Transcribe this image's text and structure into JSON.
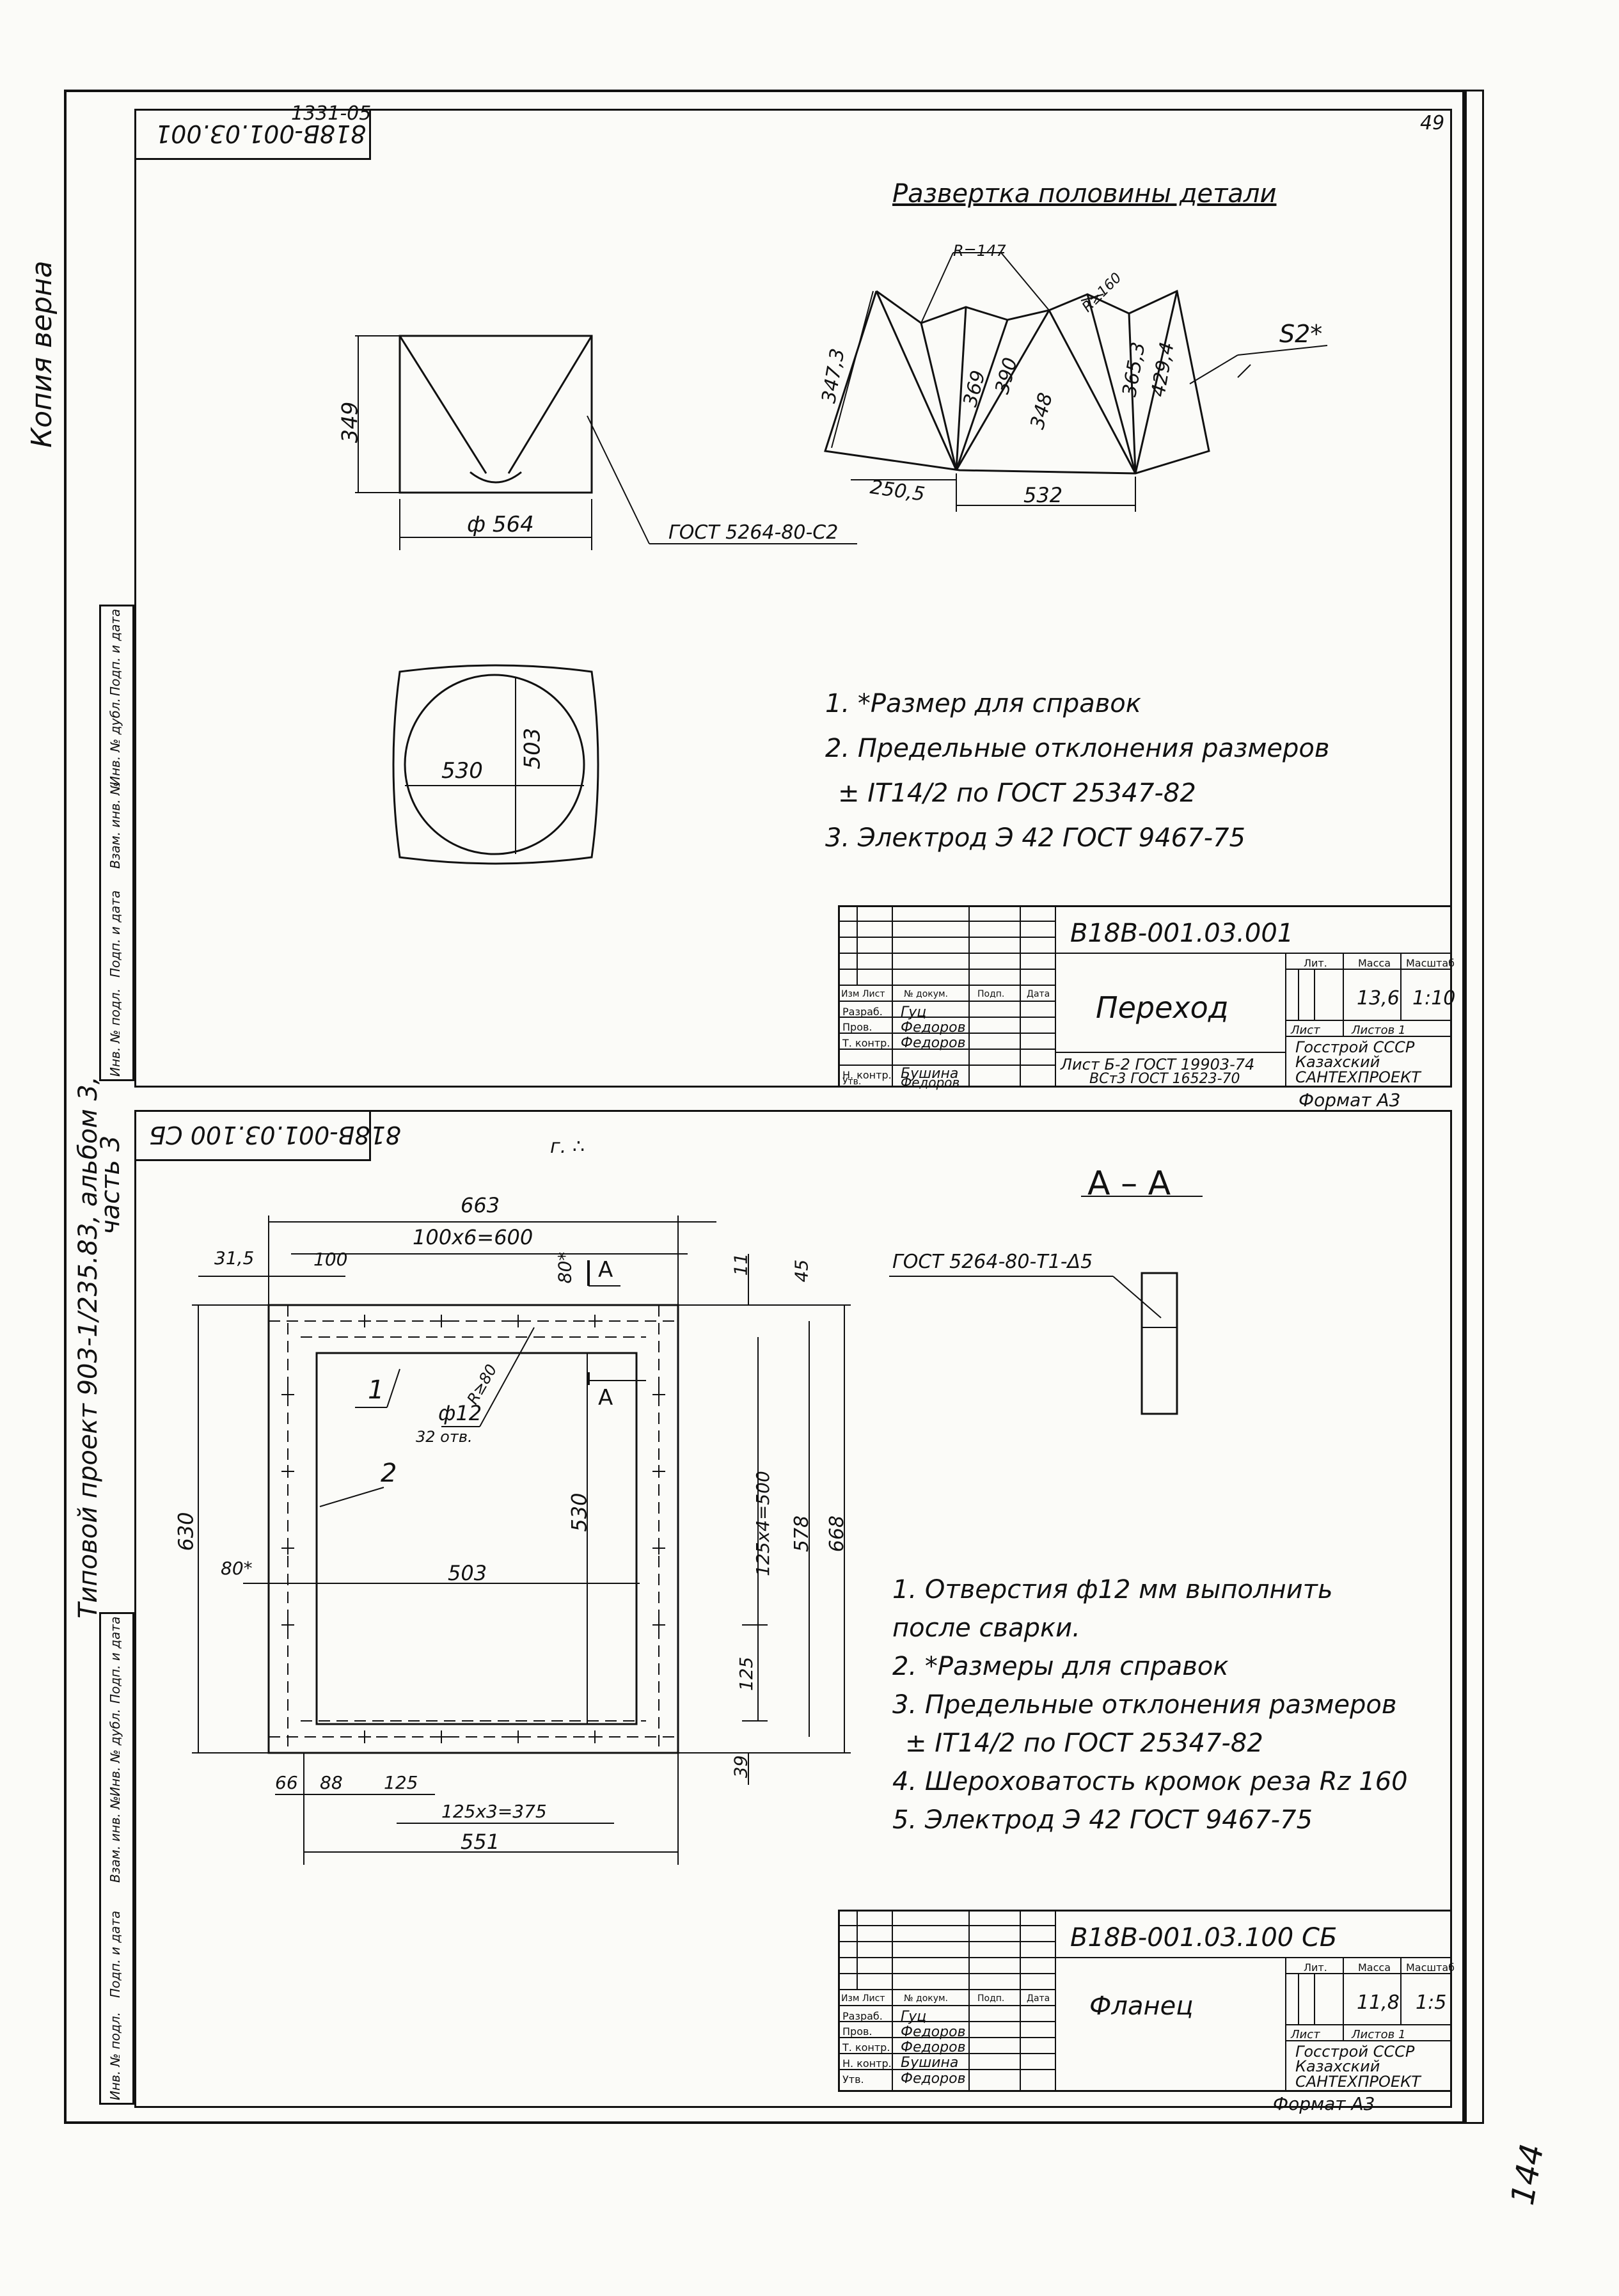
{
  "corner_numbers": {
    "top_left": "1331-05",
    "top_right": "49",
    "bottom_right": "144",
    "bottom_small": "г. ∴"
  },
  "vertical_margin": {
    "upper": "Копия верна",
    "lower_line1": "Типовой проект 903-1/235.83, альбом 3,",
    "lower_line2": "часть 3"
  },
  "stamp_cells": [
    "Подп. и дата",
    "Инв. № дубл.",
    "Взам. инв. №",
    "Подп. и дата",
    "Инв. № подл."
  ],
  "sheet1": {
    "code_mirrored": "818B-001.03.001",
    "development_title": "Развертка половины детали",
    "dims": {
      "height_349": "349",
      "diameter_564": "ф 564",
      "weld_ref": "ГОСТ 5264-80-С2",
      "side_530": "530",
      "side_503": "503",
      "r147": "R=147",
      "r160": "R≥160",
      "d3473": "347,3",
      "d369": "369",
      "d390": "390",
      "d348": "348",
      "d3653": "365,3",
      "d4294": "429,4",
      "d2505": "250,5",
      "d532": "532",
      "s2": "S2*"
    },
    "notes": [
      "1. *Размер для справок",
      "2. Предельные отклонения размеров",
      "± IT14/2 по ГОСТ 25347-82",
      "3. Электрод Э 42 ГОСТ 9467-75"
    ],
    "title_block": {
      "designation": "В18В-001.03.001",
      "name": "Переход",
      "material_line1": "Лист Б-2 ГОСТ 19903-74",
      "material_line2": "ВСт3 ГОСТ 16523-70",
      "mass": "13,6",
      "scale": "1:10",
      "sheet_label": "Лист",
      "sheets_label": "Листов 1",
      "org_line1": "Госстрой СССР",
      "org_line2": "Казахский",
      "org_line3": "САНТЕХПРОЕКТ",
      "format": "Формат А3",
      "headers": [
        "Изм",
        "Лист",
        "№ докум.",
        "Подп.",
        "Дата"
      ],
      "col_heads": [
        "Лит.",
        "Масса",
        "Масштаб"
      ],
      "roles": [
        "Разраб.",
        "Пров.",
        "Т. контр.",
        "",
        "Н. контр.",
        "Утв."
      ],
      "people": [
        "Гуц",
        "Федоров",
        "Федоров",
        "",
        "Бушина",
        "Федоров"
      ]
    }
  },
  "sheet2": {
    "code_mirrored": "818B-001.03.100 СБ",
    "section_title": "А – А",
    "weld_ref": "ГОСТ 5264-80-Т1-Δ5",
    "dims": {
      "d663": "663",
      "d100x6": "100х6=600",
      "d315": "31,5",
      "d100": "100",
      "d80a": "80*",
      "d11": "11",
      "d45": "45",
      "labelA1": "A",
      "labelA2": "A",
      "r80": "R≥80",
      "hole": "ф12",
      "holes_count": "32 отв.",
      "pos1": "1",
      "pos2": "2",
      "d630": "630",
      "d80b": "80*",
      "d503": "503",
      "d530": "530",
      "d125x4": "125х4=500",
      "d578": "578",
      "d668": "668",
      "d125": "125",
      "d39": "39",
      "d66": "66",
      "d88": "88",
      "d125b": "125",
      "d125x3": "125х3=375",
      "d551": "551"
    },
    "notes": [
      "1. Отверстия ф12 мм выполнить",
      "после сварки.",
      "2. *Размеры для справок",
      "3. Предельные отклонения размеров",
      "± IT14/2 по ГОСТ 25347-82",
      "4. Шероховатость кромок реза  Rz 160",
      "5. Электрод Э 42 ГОСТ 9467-75"
    ],
    "title_block": {
      "designation": "В18В-001.03.100 СБ",
      "name": "Фланец",
      "mass": "11,8",
      "scale": "1:5",
      "sheet_label": "Лист",
      "sheets_label": "Листов 1",
      "org_line1": "Госстрой СССР",
      "org_line2": "Казахский",
      "org_line3": "САНТЕХПРОЕКТ",
      "format": "Формат А3",
      "headers": [
        "Изм",
        "Лист",
        "№ докум.",
        "Подп.",
        "Дата"
      ],
      "col_heads": [
        "Лит.",
        "Масса",
        "Масштаб"
      ],
      "roles": [
        "Разраб.",
        "Пров.",
        "Т. контр.",
        "",
        "Н. контр.",
        "Утв."
      ],
      "people": [
        "Гуц",
        "Федоров",
        "Федоров",
        "",
        "Бушина",
        "Федоров"
      ]
    }
  }
}
